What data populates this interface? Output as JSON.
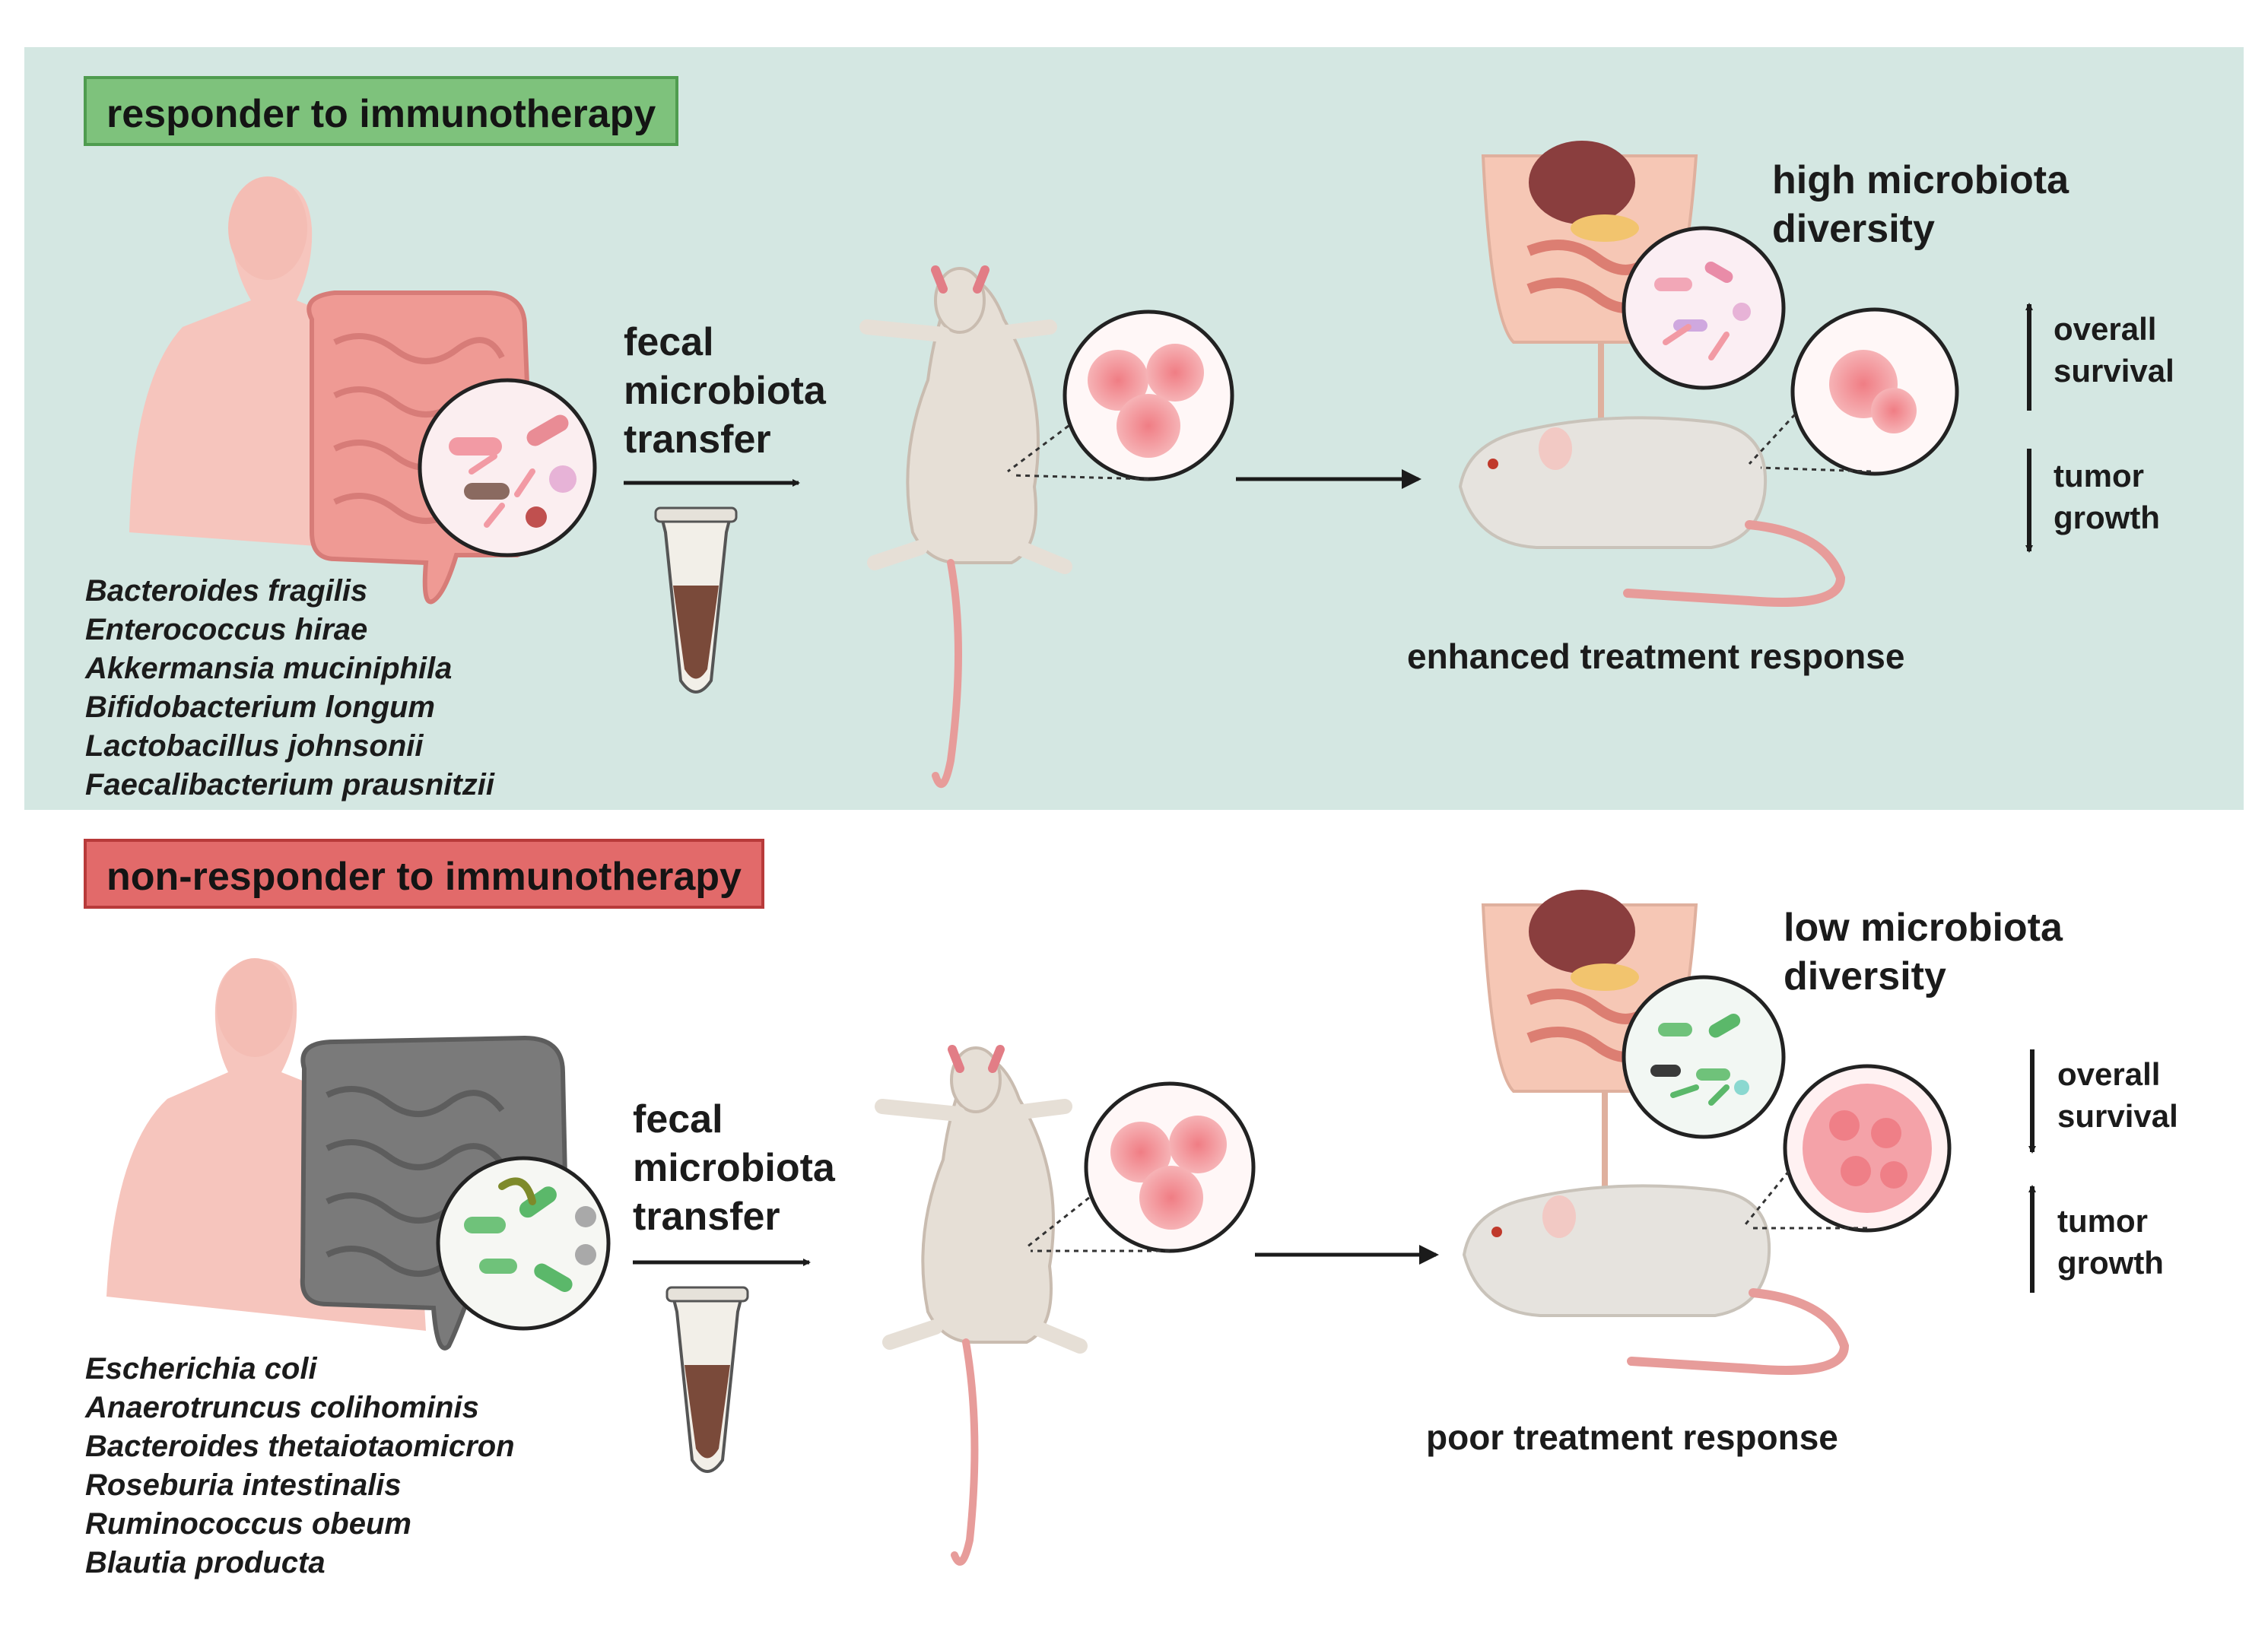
{
  "responder": {
    "badge": "responder to immunotherapy",
    "species": [
      "Bacteroides fragilis",
      "Enterococcus hirae",
      "Akkermansia muciniphila",
      "Bifidobacterium longum",
      "Lactobacillus johnsonii",
      "Faecalibacterium prausnitzii"
    ],
    "transfer": [
      "fecal",
      "microbiota",
      "transfer"
    ],
    "diversity": [
      "high microbiota",
      "diversity"
    ],
    "survival": [
      "overall",
      "survival"
    ],
    "survival_direction": "up",
    "growth": [
      "tumor",
      "growth"
    ],
    "growth_direction": "down",
    "response": "enhanced treatment response",
    "gut_color": "#ef9a94"
  },
  "nonresponder": {
    "badge": "non-responder to immunotherapy",
    "species": [
      "Escherichia coli",
      "Anaerotruncus colihominis",
      "Bacteroides thetaiotaomicron",
      "Roseburia intestinalis",
      "Ruminococcus obeum",
      "Blautia producta"
    ],
    "transfer": [
      "fecal",
      "microbiota",
      "transfer"
    ],
    "diversity": [
      "low microbiota",
      "diversity"
    ],
    "survival": [
      "overall",
      "survival"
    ],
    "survival_direction": "down",
    "growth": [
      "tumor",
      "growth"
    ],
    "growth_direction": "up",
    "response": "poor treatment response",
    "gut_color": "#7a7a7a"
  },
  "colors": {
    "responder_panel": "#d4e7e2",
    "nonresponder_panel": "#e9bcc6",
    "badge_green": "#7ec27c",
    "badge_red": "#e26a6a"
  }
}
